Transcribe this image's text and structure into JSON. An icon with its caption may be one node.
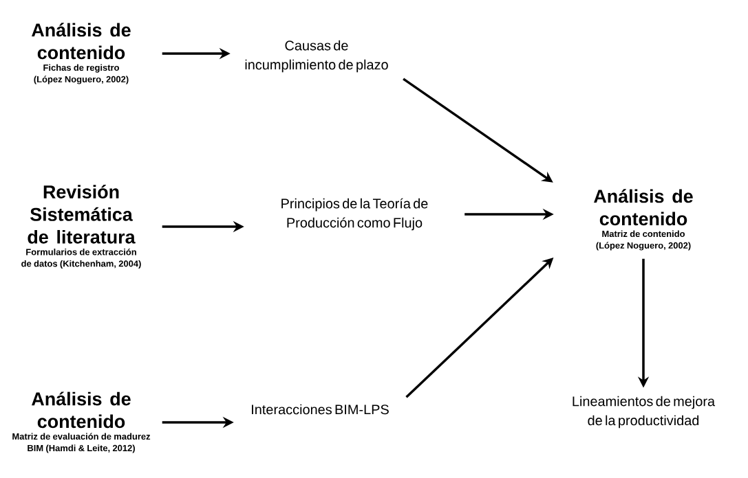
{
  "diagram": {
    "nodes": [
      {
        "text": [
          "Análisis de contenido",
          "Fichas de registro (López Noguero, 2002)"
        ]
      },
      {
        "text": [
          "Causas de incumplimiento de plazo"
        ]
      },
      {
        "text": [
          "Revisión Sistemática de literatura",
          "Formularios de extracción de datos (Kitchenham, 2004)"
        ]
      },
      {
        "text": [
          "Principios de la Teoría de Producción como Flujo"
        ]
      },
      {
        "text": [
          "Análisis de contenido",
          "Matriz de evaluación de madurez BIM (Hamdi & Leite, 2012)"
        ]
      },
      {
        "text": [
          "Interacciones BIM-LPS"
        ]
      },
      {
        "text": [
          "Análisis de contenido",
          "Matriz de contenido (López Noguero, 2002)"
        ]
      },
      {
        "text": [
          "Lineamientos de mejora de la productividad"
        ]
      }
    ],
    "edges": [
      {
        "from": 0,
        "to": 1,
        "arrow": "to"
      },
      {
        "from": 1,
        "to": 6,
        "arrow": "to"
      },
      {
        "from": 2,
        "to": 3,
        "arrow": "to"
      },
      {
        "from": 3,
        "to": 6,
        "arrow": "to"
      },
      {
        "from": 4,
        "to": 5,
        "arrow": "to"
      },
      {
        "from": 5,
        "to": 6,
        "arrow": "to"
      },
      {
        "from": 6,
        "to": 7,
        "arrow": "to"
      }
    ]
  }
}
